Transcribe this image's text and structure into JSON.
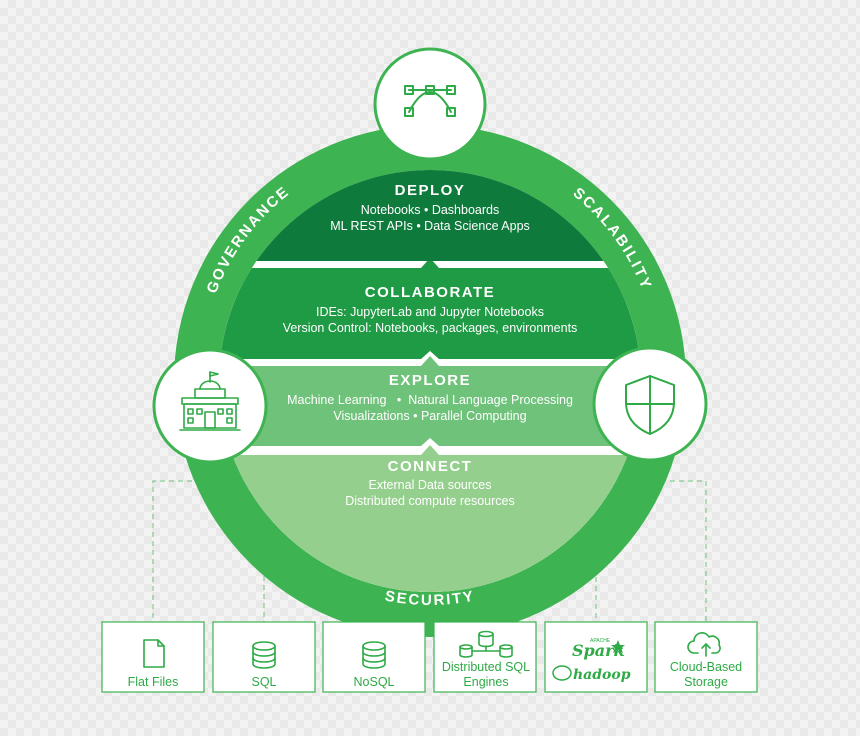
{
  "ring": {
    "governance": "GOVERNANCE",
    "scalability": "SCALABILITY",
    "security": "SECURITY"
  },
  "layers": {
    "deploy": {
      "title": "DEPLOY",
      "line1": "Notebooks  •  Dashboards",
      "line2": "ML REST APIs  •  Data Science Apps"
    },
    "collaborate": {
      "title": "COLLABORATE",
      "line1": "IDEs: JupyterLab and Jupyter Notebooks",
      "line2": "Version Control: Notebooks, packages, environments"
    },
    "explore": {
      "title": "EXPLORE",
      "line1": "Machine Learning   •  Natural Language Processing",
      "line2": "Visualizations  •  Parallel Computing"
    },
    "connect": {
      "title": "CONNECT",
      "line1": "External Data sources",
      "line2": "Distributed compute resources"
    }
  },
  "sources": {
    "flat_files": "Flat Files",
    "sql": "SQL",
    "nosql": "NoSQL",
    "dist_sql_1": "Distributed SQL",
    "dist_sql_2": "Engines",
    "cloud_1": "Cloud-Based",
    "cloud_2": "Storage",
    "spark_apache": "APACHE",
    "spark": "Spark",
    "hadoop": "hadoop"
  },
  "icons": {
    "top": "bezier-curve-icon",
    "left": "government-building-icon",
    "right": "shield-icon"
  },
  "colors": {
    "ring": "#3db351",
    "deploy": "#0e7a3b",
    "collaborate": "#1f9a45",
    "explore": "#6fc279",
    "connect": "#95cf8d",
    "accent": "#2eaa46"
  }
}
